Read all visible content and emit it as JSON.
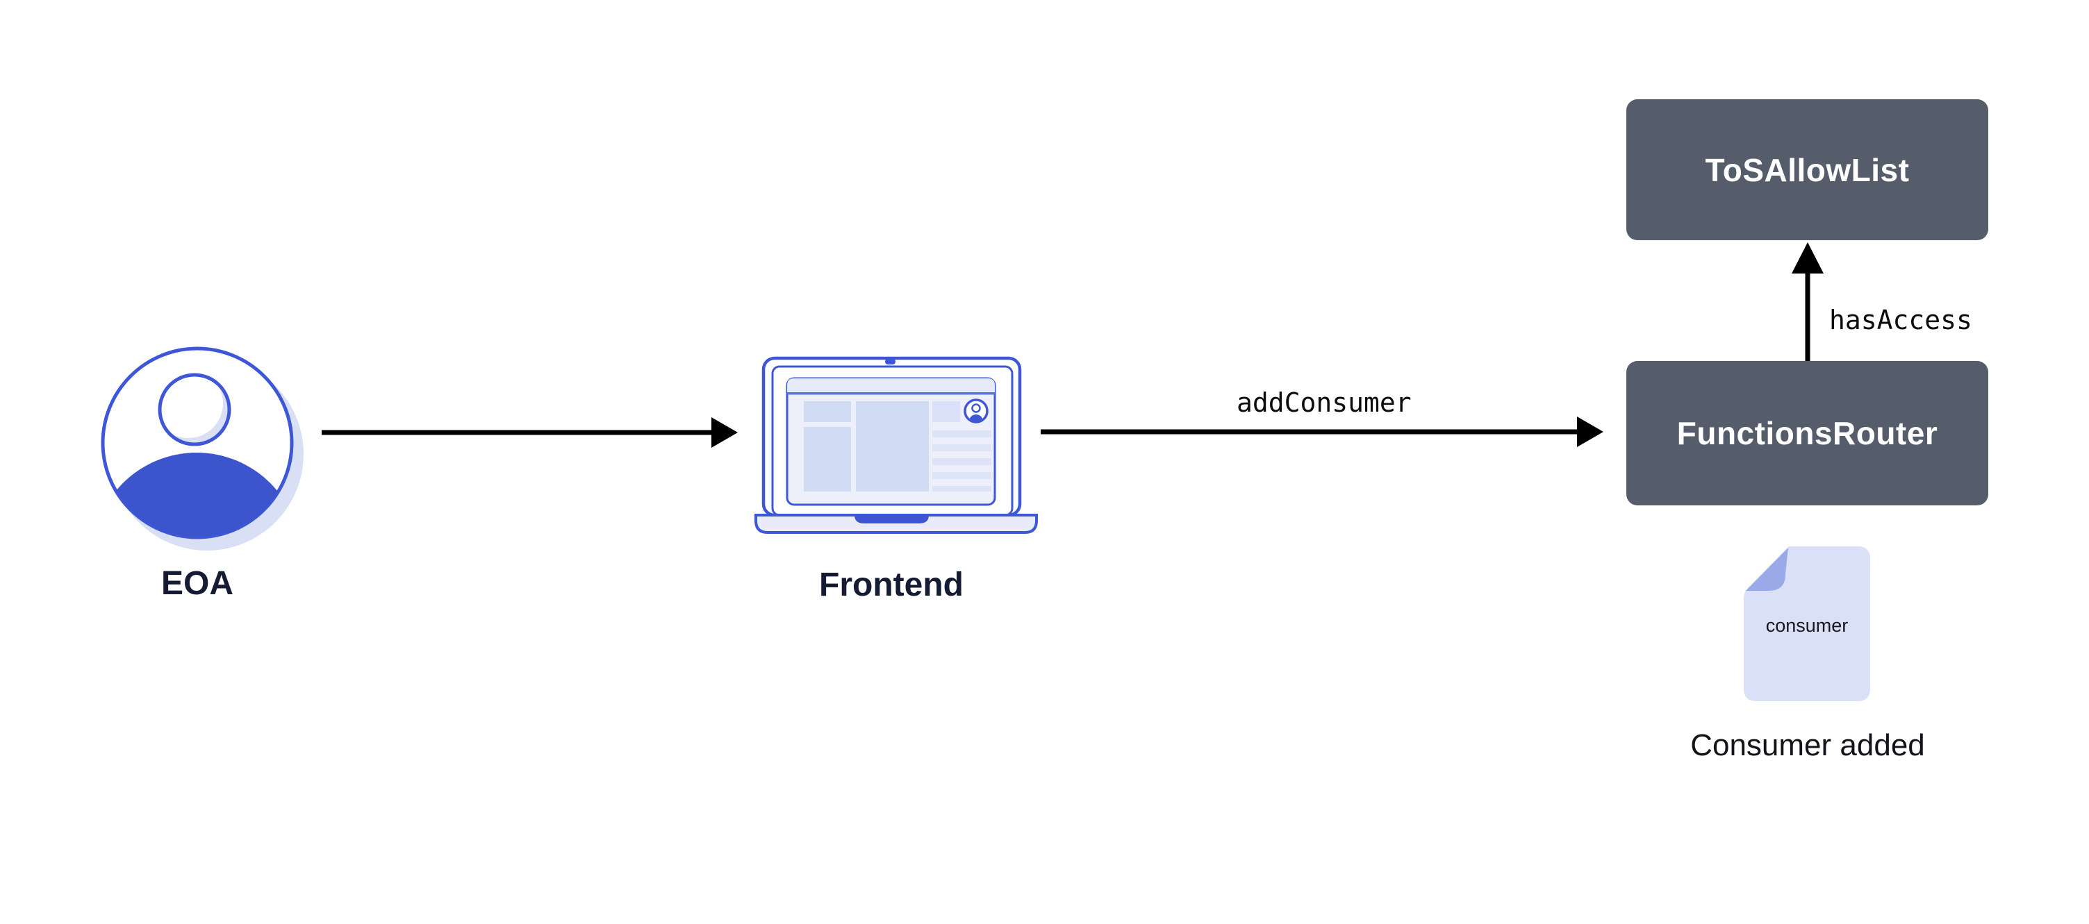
{
  "nodes": {
    "eoa": {
      "label": "EOA"
    },
    "frontend": {
      "label": "Frontend"
    },
    "tos_allow_list": {
      "label": "ToSAllowList"
    },
    "functions_router": {
      "label": "FunctionsRouter"
    },
    "consumer_document": {
      "label": "consumer",
      "caption": "Consumer added"
    }
  },
  "edges": [
    {
      "from": "eoa",
      "to": "frontend",
      "label": ""
    },
    {
      "from": "frontend",
      "to": "functions_router",
      "label": "addConsumer"
    },
    {
      "from": "functions_router",
      "to": "tos_allow_list",
      "label": "hasAccess"
    }
  ],
  "colors": {
    "accent_blue_stroke": "#3d57d6",
    "blue_fill": "#3c54cc",
    "light_lavender": "#d9e0f5",
    "document_fill": "#d9e0f7",
    "document_fold": "#9aaae9",
    "contract_box_bg": "#565d6a",
    "contract_box_text": "#ffffff",
    "actor_label_text": "#141b33",
    "arrow_black": "#000000",
    "screen_bg": "#edf0fa",
    "screen_block": "#d2dbf4",
    "screen_bar": "#dde4f8",
    "browser_divider": "#5b74dd"
  }
}
